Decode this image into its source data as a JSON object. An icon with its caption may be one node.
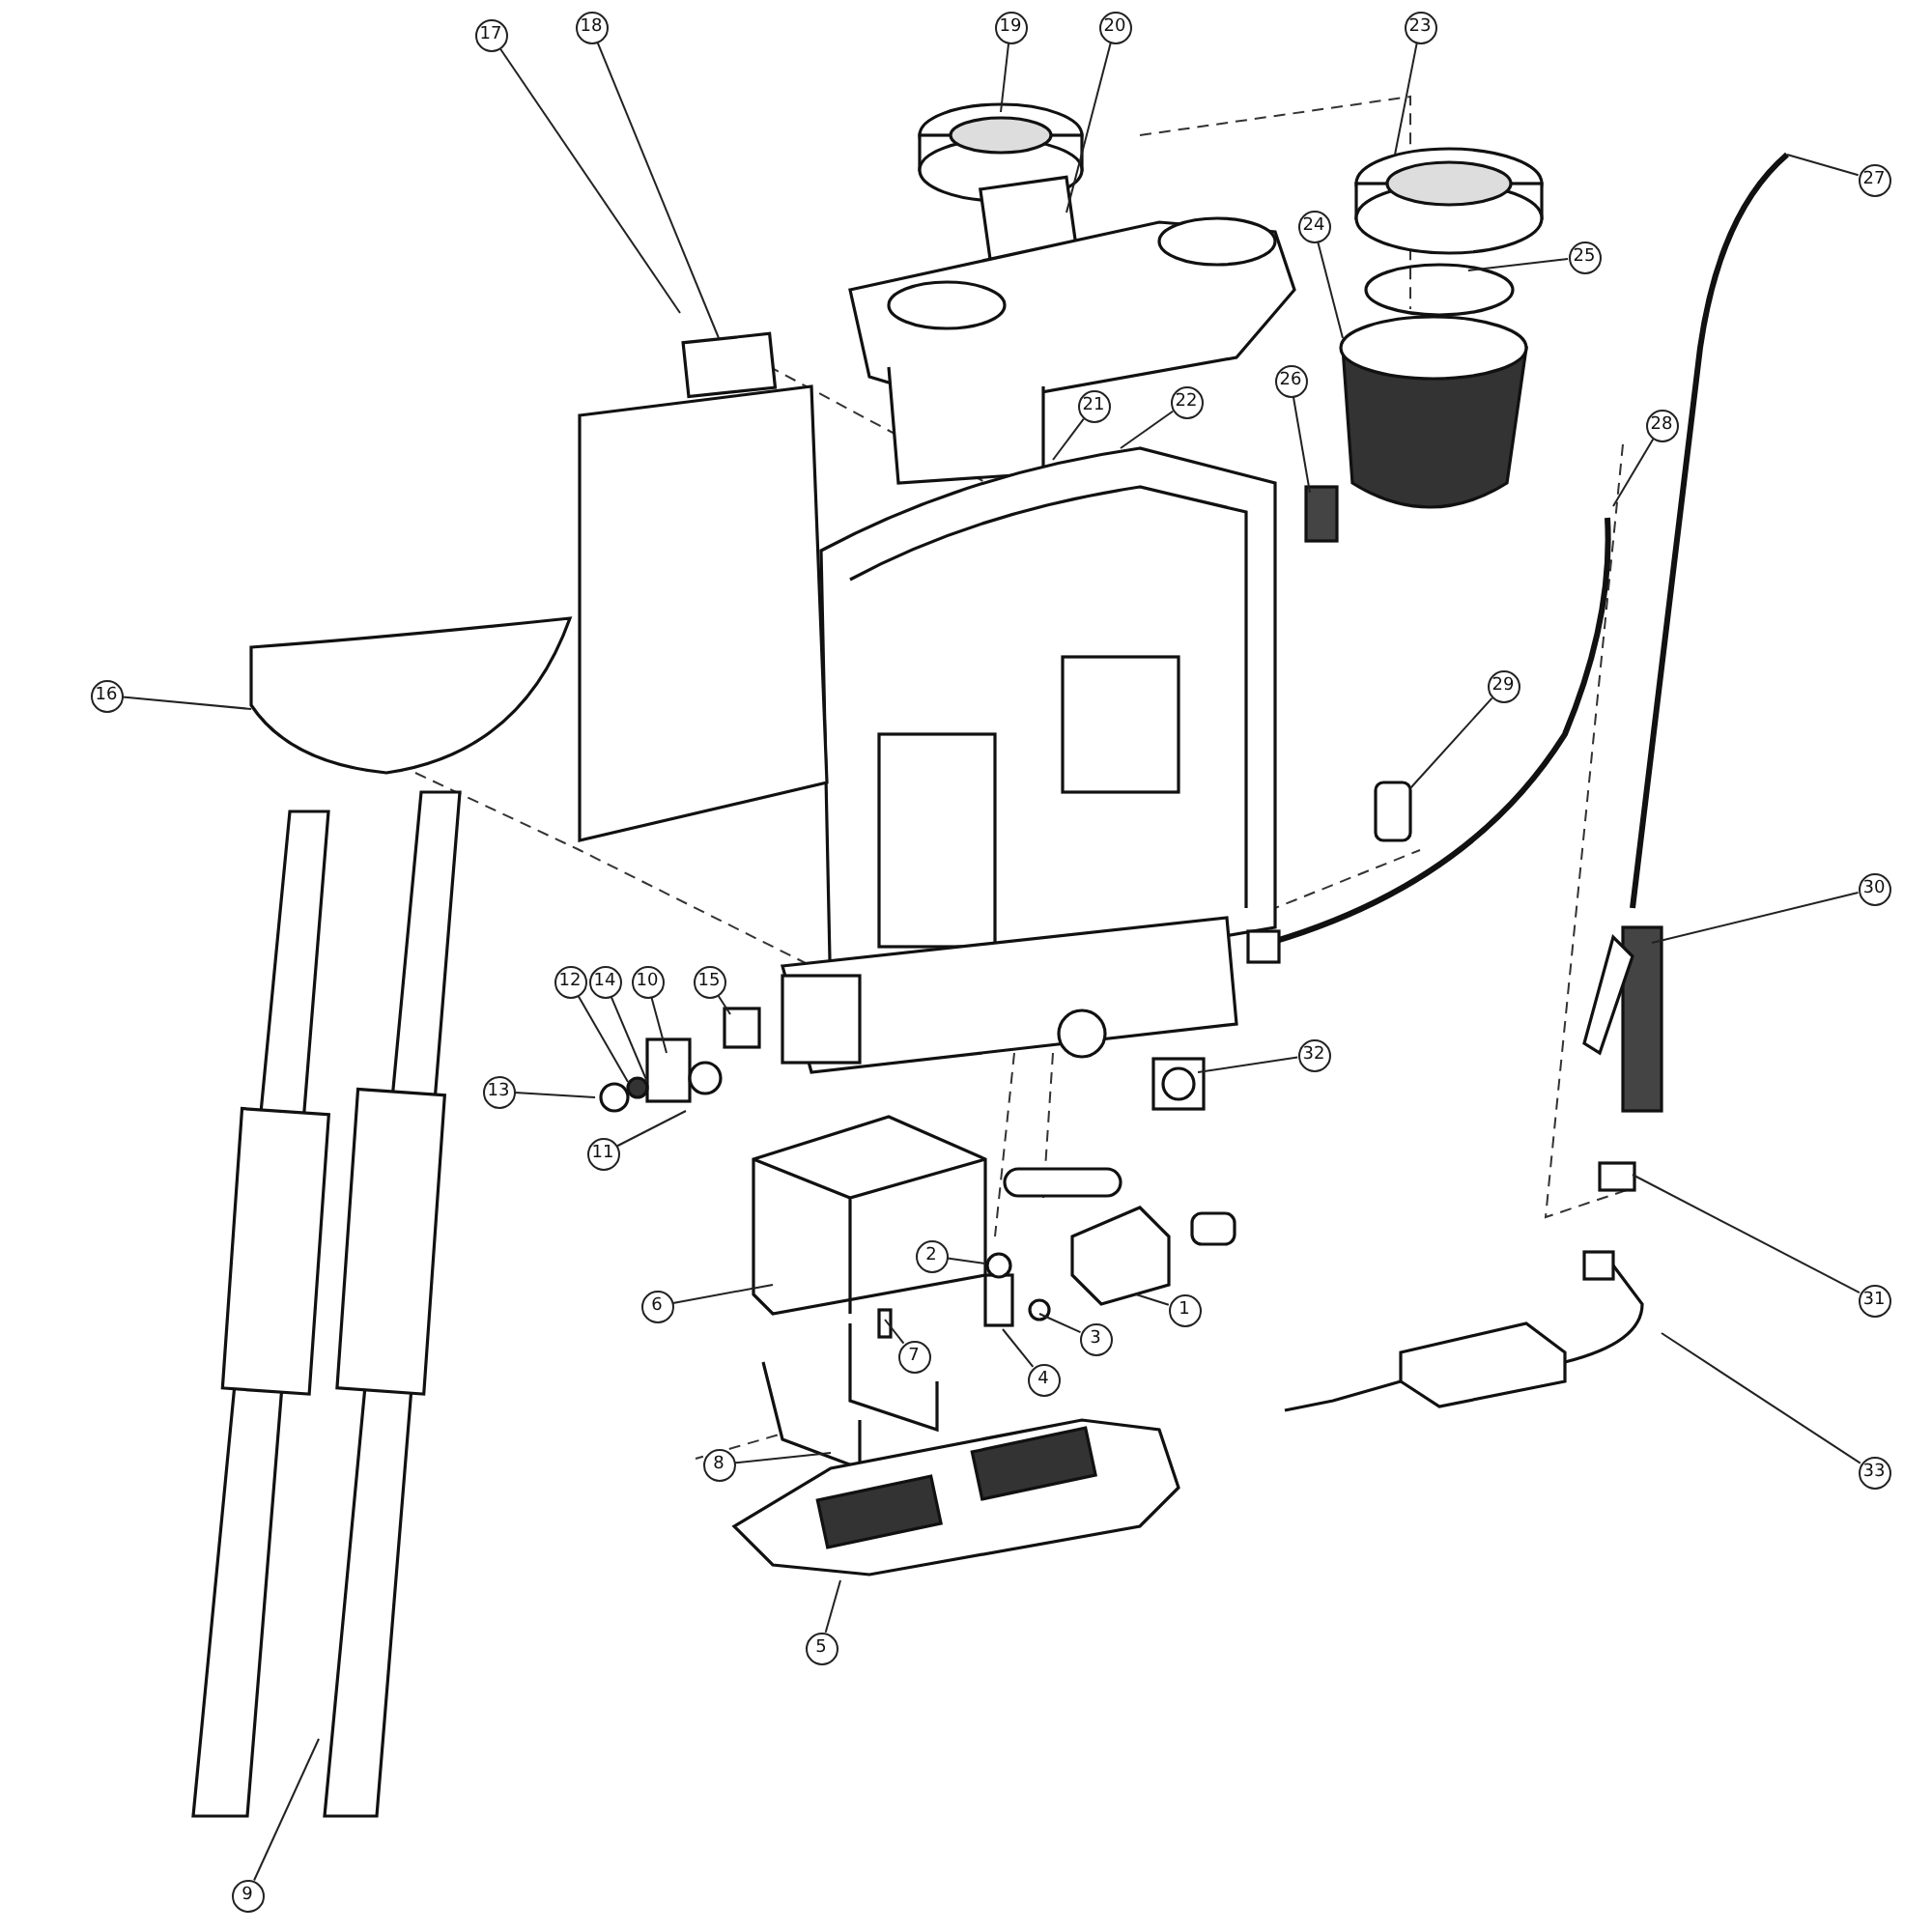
{
  "diagram": {
    "nodes": [
      {
        "text": [
          "19"
        ]
      },
      {
        "text": [
          "18"
        ]
      },
      {
        "text": [
          "17"
        ]
      },
      {
        "text": [
          "20"
        ]
      },
      {
        "text": [
          "23"
        ]
      },
      {
        "text": [
          "27"
        ]
      },
      {
        "text": [
          "24"
        ]
      },
      {
        "text": [
          "25"
        ]
      },
      {
        "text": [
          "26"
        ]
      },
      {
        "text": [
          "22"
        ]
      },
      {
        "text": [
          "21"
        ]
      },
      {
        "text": [
          "28"
        ]
      },
      {
        "text": [
          "29"
        ]
      },
      {
        "text": [
          "16"
        ]
      },
      {
        "text": [
          "30"
        ]
      },
      {
        "text": [
          "12"
        ]
      },
      {
        "text": [
          "14"
        ]
      },
      {
        "text": [
          "10"
        ]
      },
      {
        "text": [
          "15"
        ]
      },
      {
        "text": [
          "32"
        ]
      },
      {
        "text": [
          "13"
        ]
      },
      {
        "text": [
          "11"
        ]
      },
      {
        "text": [
          "31"
        ]
      },
      {
        "text": [
          "6"
        ]
      },
      {
        "text": [
          "1"
        ]
      },
      {
        "text": [
          "2"
        ]
      },
      {
        "text": [
          "3"
        ]
      },
      {
        "text": [
          "7"
        ]
      },
      {
        "text": [
          "4"
        ]
      },
      {
        "text": [
          "8"
        ]
      },
      {
        "text": [
          "33"
        ]
      },
      {
        "text": [
          "5"
        ]
      },
      {
        "text": [
          "9"
        ]
      }
    ],
    "edges": [
      {
        "from": 0,
        "to": null,
        "arrow": "none"
      },
      {
        "from": 1,
        "to": null,
        "arrow": "none"
      },
      {
        "from": 2,
        "to": null,
        "arrow": "none"
      },
      {
        "from": 3,
        "to": null,
        "arrow": "none"
      },
      {
        "from": 4,
        "to": null,
        "arrow": "none"
      },
      {
        "from": 5,
        "to": null,
        "arrow": "none"
      },
      {
        "from": 6,
        "to": null,
        "arrow": "none"
      },
      {
        "from": 7,
        "to": null,
        "arrow": "none"
      },
      {
        "from": 8,
        "to": null,
        "arrow": "none"
      },
      {
        "from": 9,
        "to": null,
        "arrow": "none"
      },
      {
        "from": 10,
        "to": null,
        "arrow": "none"
      },
      {
        "from": 11,
        "to": null,
        "arrow": "none"
      },
      {
        "from": 12,
        "to": null,
        "arrow": "none"
      },
      {
        "from": 13,
        "to": null,
        "arrow": "none"
      },
      {
        "from": 14,
        "to": null,
        "arrow": "none"
      },
      {
        "from": 15,
        "to": null,
        "arrow": "none"
      },
      {
        "from": 16,
        "to": null,
        "arrow": "none"
      },
      {
        "from": 17,
        "to": null,
        "arrow": "none"
      },
      {
        "from": 18,
        "to": null,
        "arrow": "none"
      },
      {
        "from": 19,
        "to": null,
        "arrow": "none"
      },
      {
        "from": 20,
        "to": null,
        "arrow": "none"
      },
      {
        "from": 21,
        "to": null,
        "arrow": "none"
      },
      {
        "from": 22,
        "to": null,
        "arrow": "none"
      },
      {
        "from": 23,
        "to": null,
        "arrow": "none"
      },
      {
        "from": 24,
        "to": null,
        "arrow": "none"
      },
      {
        "from": 25,
        "to": null,
        "arrow": "none"
      },
      {
        "from": 26,
        "to": null,
        "arrow": "none"
      },
      {
        "from": 27,
        "to": null,
        "arrow": "none"
      },
      {
        "from": 28,
        "to": null,
        "arrow": "none"
      },
      {
        "from": 29,
        "to": null,
        "arrow": "none"
      },
      {
        "from": 30,
        "to": null,
        "arrow": "none"
      },
      {
        "from": 31,
        "to": null,
        "arrow": "none"
      },
      {
        "from": 32,
        "to": null,
        "arrow": "none"
      }
    ]
  }
}
